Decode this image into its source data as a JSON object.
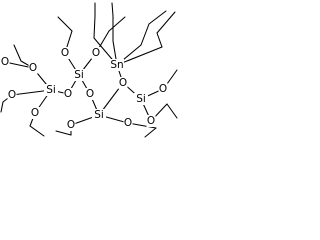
{
  "molecule": {
    "atoms": [
      {
        "id": "Sn1",
        "label": "Sn"
      },
      {
        "id": "Si1",
        "label": "Si"
      },
      {
        "id": "Si2",
        "label": "Si"
      },
      {
        "id": "Si3",
        "label": "Si"
      },
      {
        "id": "Si4",
        "label": "Si"
      },
      {
        "id": "O1",
        "label": "O"
      },
      {
        "id": "O2",
        "label": "O"
      },
      {
        "id": "O3",
        "label": "O"
      },
      {
        "id": "O4",
        "label": "O"
      },
      {
        "id": "O5",
        "label": "O"
      },
      {
        "id": "O6",
        "label": "O"
      },
      {
        "id": "O7",
        "label": "O"
      },
      {
        "id": "O8",
        "label": "O"
      },
      {
        "id": "O9",
        "label": "O"
      },
      {
        "id": "O10",
        "label": "O"
      },
      {
        "id": "O11",
        "label": "O"
      },
      {
        "id": "O12",
        "label": "O"
      },
      {
        "id": "O13",
        "label": "O"
      }
    ]
  }
}
